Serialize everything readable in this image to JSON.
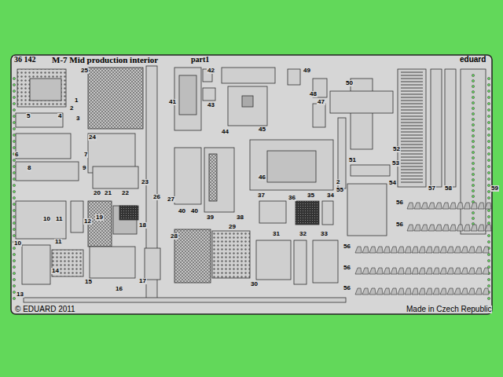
{
  "diagram": {
    "title": "M-7 Mid production interior",
    "labels": [
      "36 142",
      "part1",
      "eduard",
      "1",
      "2",
      "25",
      "3",
      "4",
      "5",
      "6",
      "7",
      "8",
      "9",
      "20",
      "21",
      "22",
      "23",
      "24",
      "26",
      "27",
      "19",
      "18",
      "10",
      "11",
      "12",
      "10",
      "11",
      "14",
      "15",
      "16",
      "17",
      "13",
      "28",
      "29",
      "30",
      "31",
      "32",
      "33",
      "34",
      "35",
      "36",
      "37",
      "38",
      "39",
      "40",
      "40",
      "41",
      "42",
      "43",
      "44",
      "45",
      "46",
      "47",
      "48",
      "49",
      "50",
      "51",
      "52",
      "53",
      "54",
      "2",
      "55",
      "56",
      "56",
      "56",
      "56",
      "56",
      "57",
      "58",
      "59",
      "© EDUARD 2011",
      "Made in Czech Republic"
    ]
  }
}
